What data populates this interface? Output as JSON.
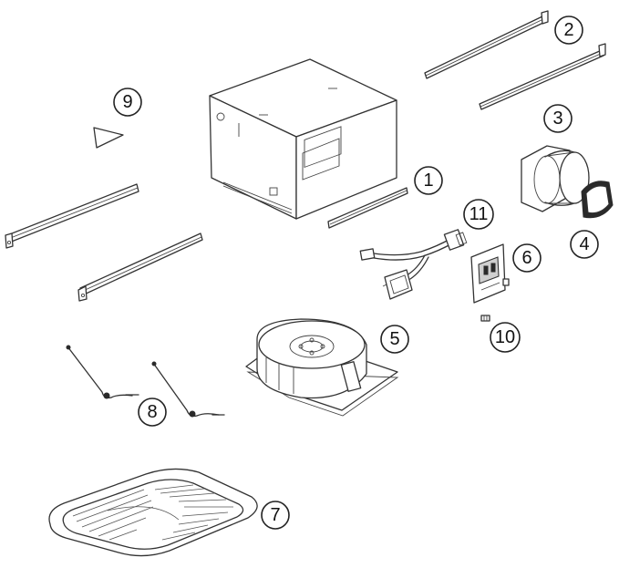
{
  "callouts": {
    "c1": "1",
    "c2": "2",
    "c3": "3",
    "c4": "4",
    "c5": "5",
    "c6": "6",
    "c7": "7",
    "c8": "8",
    "c9": "9",
    "c10": "10",
    "c11": "11"
  },
  "colors": {
    "line": "#333333",
    "background": "#ffffff",
    "shade": "#cfcfcf"
  }
}
